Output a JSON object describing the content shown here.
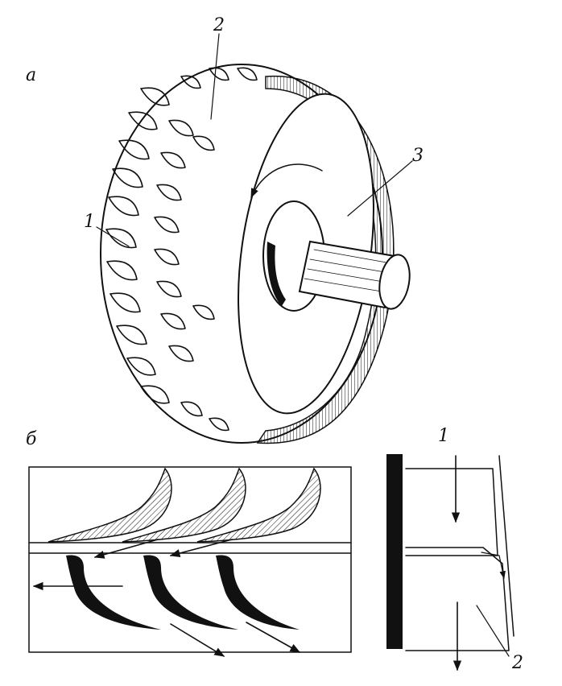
{
  "figure": {
    "panel_labels": {
      "a": "а",
      "b": "б"
    },
    "turbine_callouts": {
      "blades": "1",
      "blade_tips": "2",
      "disk": "3"
    },
    "section_callouts": {
      "nozzle": "1",
      "rotor": "2"
    }
  },
  "colors": {
    "ink": "#111111",
    "paper": "#ffffff"
  }
}
